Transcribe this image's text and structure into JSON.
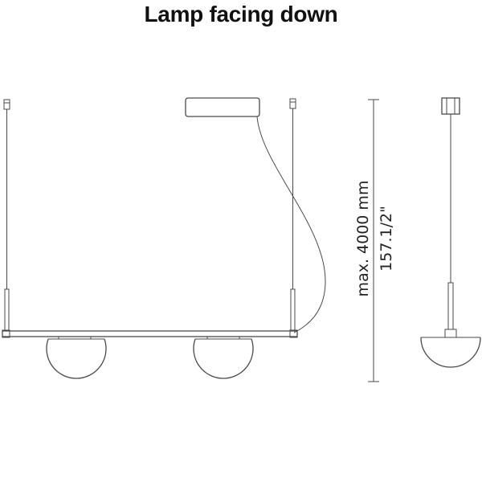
{
  "diagram": {
    "title": "Lamp facing down",
    "dimension_max": "max. 4000 mm",
    "dimension_imperial": "157.1/2\"",
    "colors": {
      "line": "#4a4a4a",
      "text": "#111111",
      "background": "#ffffff"
    }
  }
}
